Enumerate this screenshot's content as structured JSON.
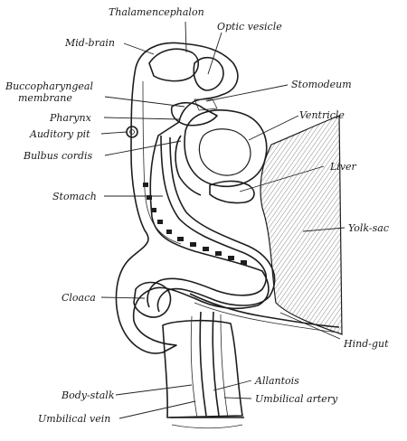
{
  "diagram": {
    "labels": {
      "thalamencephalon": "Thalamencephalon",
      "optic_vesicle": "Optic vesicle",
      "mid_brain": "Mid-brain",
      "stomodeum": "Stomodeum",
      "buccopharyngeal_1": "Buccopharyngeal",
      "buccopharyngeal_2": "membrane",
      "ventricle": "Ventricle",
      "pharynx": "Pharynx",
      "auditory_pit": "Auditory pit",
      "bulbus_cordis": "Bulbus cordis",
      "liver": "Liver",
      "stomach": "Stomach",
      "yolk_sac": "Yolk-sac",
      "cloaca": "Cloaca",
      "hind_gut": "Hind-gut",
      "allantois": "Allantois",
      "body_stalk": "Body-stalk",
      "umbilical_artery": "Umbilical artery",
      "umbilical_vein": "Umbilical vein"
    },
    "colors": {
      "ink": "#1d1d1d",
      "background": "#ffffff"
    }
  }
}
